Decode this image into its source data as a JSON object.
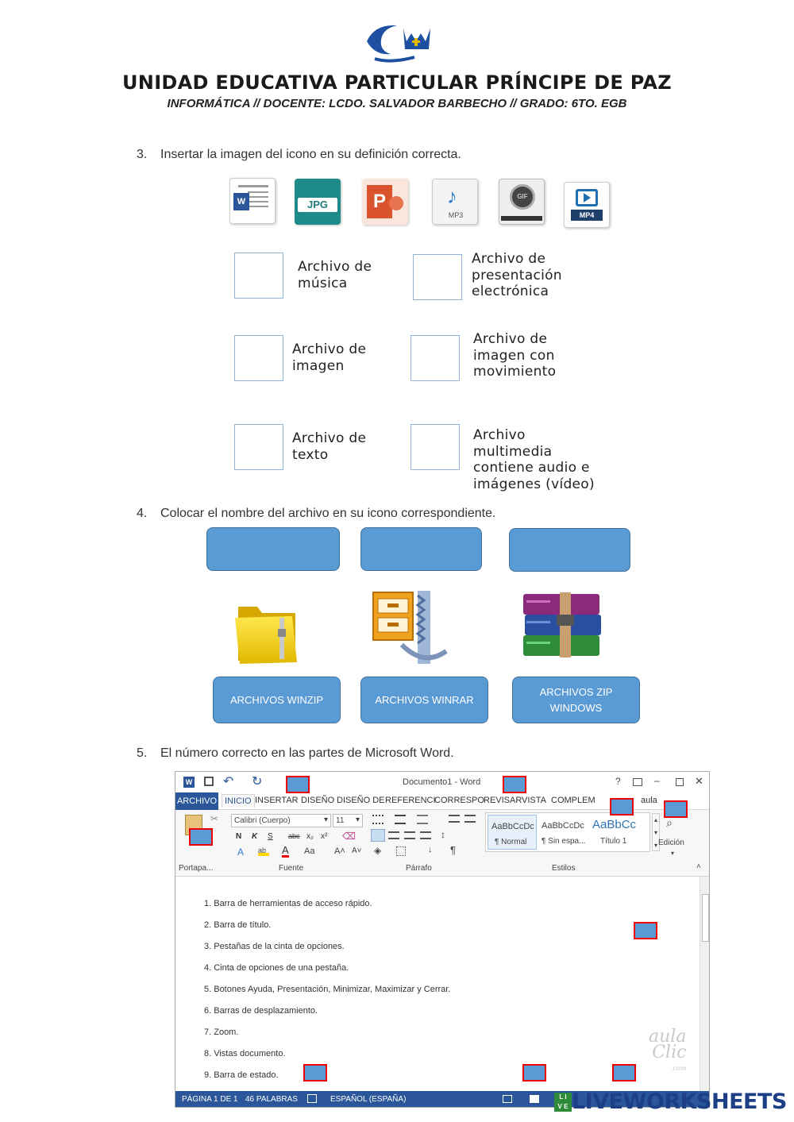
{
  "header": {
    "school": "UNIDAD EDUCATIVA PARTICULAR PRÍNCIPE DE PAZ",
    "subline": "INFORMÁTICA // DOCENTE: LCDO. SALVADOR BARBECHO // GRADO: 6TO. EGB"
  },
  "q3": {
    "num": "3.",
    "text": "Insertar la imagen del icono en su definición correcta.",
    "icons": [
      {
        "name": "word-doc-icon",
        "label": "W"
      },
      {
        "name": "jpg-file-icon",
        "label": "JPG"
      },
      {
        "name": "powerpoint-icon",
        "label": "P"
      },
      {
        "name": "mp3-file-icon",
        "label": "MP3"
      },
      {
        "name": "gif-file-icon",
        "label": "GIF"
      },
      {
        "name": "mp4-file-icon",
        "label": "MP4"
      }
    ],
    "defs": [
      {
        "lines": [
          "Archivo de",
          "música"
        ]
      },
      {
        "lines": [
          "Archivo de",
          "presentación",
          "electrónica"
        ]
      },
      {
        "lines": [
          "Archivo de",
          "imagen"
        ]
      },
      {
        "lines": [
          "Archivo de",
          "imagen con",
          "movimiento"
        ]
      },
      {
        "lines": [
          "Archivo de",
          "texto"
        ]
      },
      {
        "lines": [
          "Archivo",
          "multimedia",
          "contiene audio e",
          "imágenes (vídeo)"
        ]
      }
    ]
  },
  "q4": {
    "num": "4.",
    "text": "Colocar el nombre del archivo en su icono correspondiente.",
    "options": [
      "ARCHIVOS WINZIP",
      "ARCHIVOS WINRAR",
      "ARCHIVOS ZIP WINDOWS"
    ]
  },
  "q5": {
    "num": "5.",
    "text": "El número correcto en las partes de Microsoft Word."
  },
  "word": {
    "title": "Documento1 - Word",
    "title_buttons": [
      "?",
      "–",
      "✕"
    ],
    "tabs": [
      "ARCHIVO",
      "INICIO",
      "INSERTAR",
      "DISEÑO",
      "DISEÑO DE",
      "REFERENCI",
      "CORRESPO",
      "REVISAR",
      "VISTA",
      "COMPLEM",
      "aula"
    ],
    "font_name": "Calibri (Cuerpo)",
    "font_size": "11",
    "format_buttons": [
      "N",
      "K",
      "S",
      "abc",
      "x₂",
      "x²"
    ],
    "group_labels": [
      "Portapa...",
      "Fuente",
      "Párrafo",
      "Estilos"
    ],
    "styles": [
      {
        "preview": "AaBbCcDc",
        "name": "¶ Normal"
      },
      {
        "preview": "AaBbCcDc",
        "name": "¶ Sin espa..."
      },
      {
        "preview": "AaBbCc",
        "name": "Título 1"
      }
    ],
    "edicion": "Edición",
    "doc_lines": [
      "1. Barra de  herramientas de acceso rápido.",
      "2. Barra de título.",
      "3. Pestañas de la cinta de opciones.",
      "4. Cinta de opciones de una  pestaña.",
      "5. Botones Ayuda, Presentación, Minimizar, Maximizar y Cerrar.",
      "6. Barras de desplazamiento.",
      "7. Zoom.",
      "8. Vistas documento.",
      "9. Barra de estado."
    ],
    "watermark": "aula Clic",
    "watermark_small": ".com",
    "status": {
      "page": "PÁGINA 1 DE 1",
      "words": "46 PALABRAS",
      "lang": "ESPAÑOL (ESPAÑA)"
    }
  },
  "footer_brand": "LIVEWORKSHEETS",
  "colors": {
    "pill_blue": "#5b9bd5",
    "word_blue": "#2b579a",
    "callout_border": "#e00000"
  }
}
